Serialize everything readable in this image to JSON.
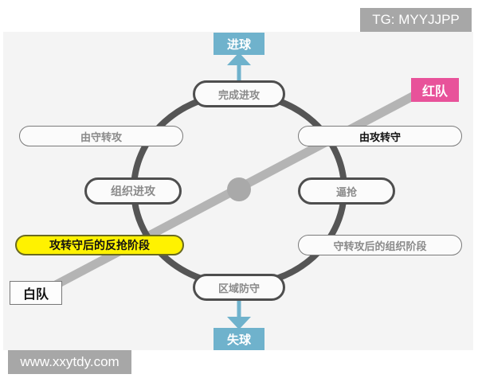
{
  "watermarks": {
    "top_right": "TG: MYYJJPP",
    "bottom_left": "www.xxytdy.com"
  },
  "diagram": {
    "outcomes": {
      "goal_scored": "进球",
      "goal_conceded": "失球"
    },
    "teams": {
      "red": "红队",
      "white": "白队"
    },
    "cycle_phases": {
      "top": "完成进攻",
      "left": "组织进攻",
      "right": "逼抢",
      "bottom": "区域防守"
    },
    "transitions": {
      "left_upper": "由守转攻",
      "right_upper": "由攻转守",
      "left_lower": "攻转守后的反抢阶段",
      "right_lower": "守转攻后的组织阶段"
    },
    "colors": {
      "goal_box": "#6fb2cc",
      "red_team": "#e8529a",
      "highlight": "#fff200",
      "cycle_stroke": "#555555",
      "diagonal_bar": "#b4b4b4"
    }
  }
}
